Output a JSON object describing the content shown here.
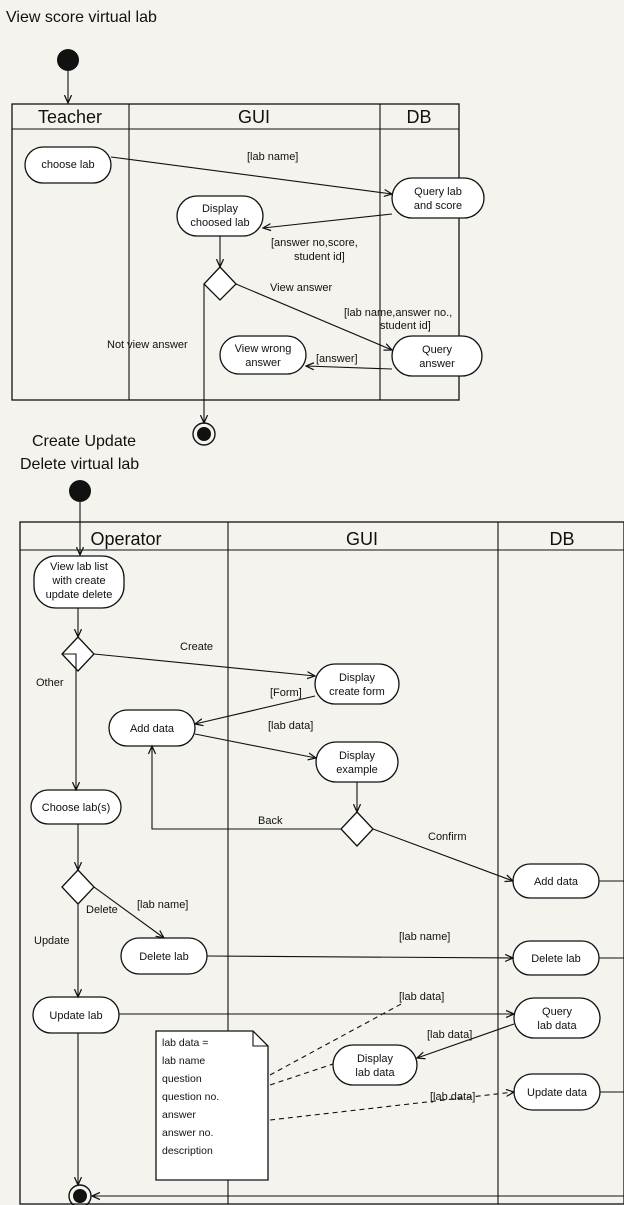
{
  "diagram1": {
    "title": "View score virtual lab",
    "lanes": [
      "Teacher",
      "GUI",
      "DB"
    ],
    "nodes": {
      "choose_lab": [
        "choose lab"
      ],
      "query_lab_score": [
        "Query lab",
        "and score"
      ],
      "display_choosed": [
        "Display",
        "choosed lab"
      ],
      "query_answer": [
        "Query",
        "answer"
      ],
      "view_wrong": [
        "View wrong",
        "answer"
      ]
    },
    "edges": {
      "lab_name": "[lab name]",
      "answer_no_score": [
        "[answer no,score,",
        "student id]"
      ],
      "view_answer": "View answer",
      "lab_name_answer_no": [
        "[lab name,answer no.,",
        "student id]"
      ],
      "not_view_answer": "Not view answer",
      "answer": "[answer]"
    }
  },
  "diagram2": {
    "title": [
      "Create Update",
      "Delete virtual lab"
    ],
    "lanes": [
      "Operator",
      "GUI",
      "DB"
    ],
    "nodes": {
      "view_lab_list": [
        "View lab list",
        "with create",
        "update delete"
      ],
      "display_create_form": [
        "Display",
        "create form"
      ],
      "add_data_op": [
        "Add data"
      ],
      "display_example": [
        "Display",
        "example"
      ],
      "choose_labs": [
        "Choose lab(s)"
      ],
      "add_data_db": [
        "Add data"
      ],
      "delete_lab_op": [
        "Delete lab"
      ],
      "delete_lab_db": [
        "Delete lab"
      ],
      "update_lab": [
        "Update lab"
      ],
      "query_lab_data": [
        "Query",
        "lab data"
      ],
      "display_lab_data": [
        "Display",
        "lab data"
      ],
      "update_data": [
        "Update data"
      ]
    },
    "edges": {
      "create": "Create",
      "other": "Other",
      "form": "[Form]",
      "lab_data_1": "[lab data]",
      "back": "Back",
      "confirm": "Confirm",
      "delete": "Delete",
      "lab_name_1": "[lab name]",
      "update": "Update",
      "lab_name_2": "[lab name]",
      "lab_data_2": "[lab data]",
      "lab_data_3": "[lab data]",
      "lab_data_4": "[lab data]"
    },
    "note": [
      "lab data =",
      "lab name",
      "question",
      "question no.",
      "answer",
      "answer no.",
      "description"
    ]
  }
}
